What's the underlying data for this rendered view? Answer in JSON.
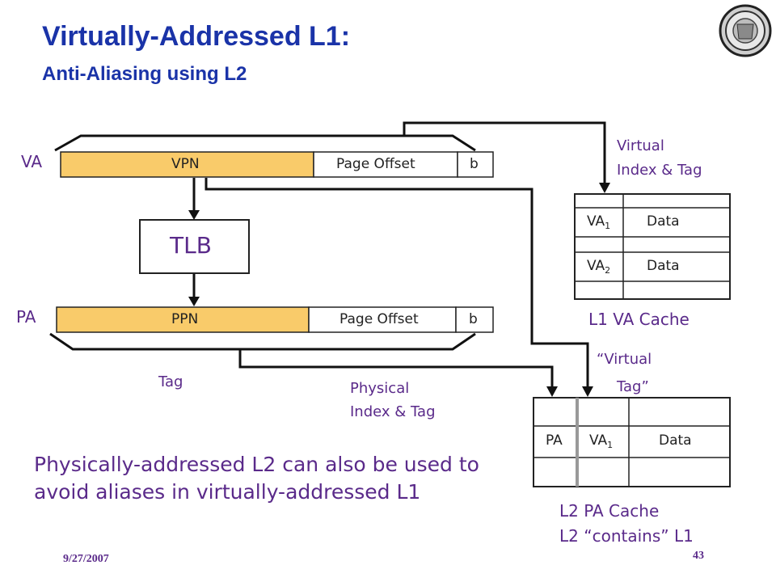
{
  "slide": {
    "title": "Virtually-Addressed L1:",
    "subtitle": "Anti-Aliasing using L2",
    "date": "9/27/2007",
    "page_number": "43"
  },
  "va_register": {
    "label": "VA",
    "vpn": "VPN",
    "offset": "Page Offset",
    "b": "b"
  },
  "tlb": {
    "label": "TLB"
  },
  "pa_register": {
    "label": "PA",
    "ppn": "PPN",
    "offset": "Page Offset",
    "b": "b"
  },
  "annotations": {
    "virtual_index_tag_line1": "Virtual",
    "virtual_index_tag_line2": "Index & Tag",
    "tag": "Tag",
    "physical_index_tag_line1": "Physical",
    "physical_index_tag_line2": "Index & Tag",
    "virtual_tag_line1": "“Virtual",
    "virtual_tag_line2": "Tag”"
  },
  "l1_cache": {
    "rows": [
      {
        "va": "VA",
        "va_sub": "1",
        "data": "Data"
      },
      {
        "va": "VA",
        "va_sub": "2",
        "data": "Data"
      }
    ],
    "caption": "L1 VA Cache"
  },
  "l2_cache": {
    "row": {
      "pa": "PA",
      "va": "VA",
      "va_sub": "1",
      "data": "Data"
    },
    "caption_line1": "L2 PA Cache",
    "caption_line2": "L2 “contains” L1"
  },
  "note": "Physically-addressed L2 can also be used to avoid aliases in virtually-addressed L1",
  "colors": {
    "title": "#1a33a8",
    "text": "#5a2a8a",
    "field_fill": "#f9cb6a"
  }
}
